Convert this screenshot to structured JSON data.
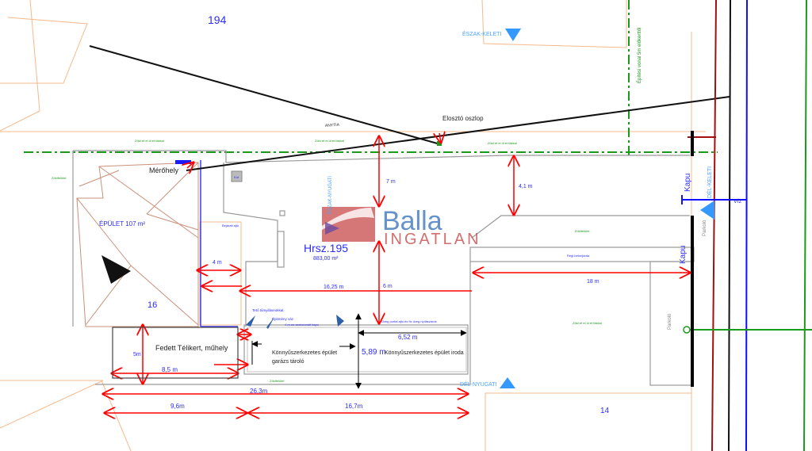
{
  "lots": {
    "north": "194",
    "main": "16",
    "south": "14"
  },
  "plot": {
    "title": "Hrsz.195",
    "area": "883,00 m²"
  },
  "building": {
    "label": "ÉPÜLET  107 m²",
    "meter": "Mérőhely"
  },
  "labels": {
    "distribution_pole": "Elosztó oszlop",
    "building_line": "Építési vonal 5m előkerttől",
    "north_east": "ÉSZAK-KELETI",
    "north_west": "ÉSZAK-NYUGATI",
    "south_east": "DÉL-KELETI",
    "south_west": "DÉL-NYUGATI",
    "gate1": "Kapu",
    "gate2": "Kapu",
    "parking1": "Parkoló",
    "parking2": "Parkoló",
    "green_trees1": "Zöld ef el ül et  fákkal",
    "green_trees2": "Zöld ef el ül et  fákkal",
    "green_trees3": "Zöld ef el ül et  fákkal",
    "green_trees4": "Zöld ef el ül et  fákkal",
    "green_area1": "Zöldfelület",
    "green_area2": "Zöldfelület",
    "green_area3": "Zöldfelület",
    "old_walkway": "Régi betonjárda",
    "entrance_door": "Bejárati ajtó",
    "kut": "Kút",
    "roof": "Tető tűmyiláseokkal,",
    "frame": "Épitmény váz",
    "gate_desc": "4 m-es szekcionált kapu",
    "glass_desc": "Üveg portál ajtó és fix üveg nyílászárók",
    "winter_garden": "Fedett Télikert, műhely",
    "garage": "Könnyűszerkezetes épület",
    "garage2": "garázs tároló",
    "office": "Könnyűszerkezetes épület iroda",
    "utility": "ANYTIA",
    "water": "Víz"
  },
  "dimensions": {
    "d7": "7 m",
    "d6": "6 m",
    "d4_1": "4,1 m",
    "d4": "4 m",
    "d16_25": "16,25 m",
    "d18": "18 m",
    "d6_52": "6,52 m",
    "d5_89": "5,89 m",
    "d5": "5m",
    "d8_5": "8,5 m",
    "d26_3": "26,3m",
    "d9_6": "9,6m",
    "d16_7": "16,7m"
  },
  "watermark": {
    "brand": "Balla",
    "sub": "INGATLAN"
  },
  "colors": {
    "dimension": "#ff0000",
    "text_blue": "#2b2bff",
    "green": "#1a9a1a",
    "lot_line": "#f7b88a",
    "watermark": "#c84a4a"
  }
}
